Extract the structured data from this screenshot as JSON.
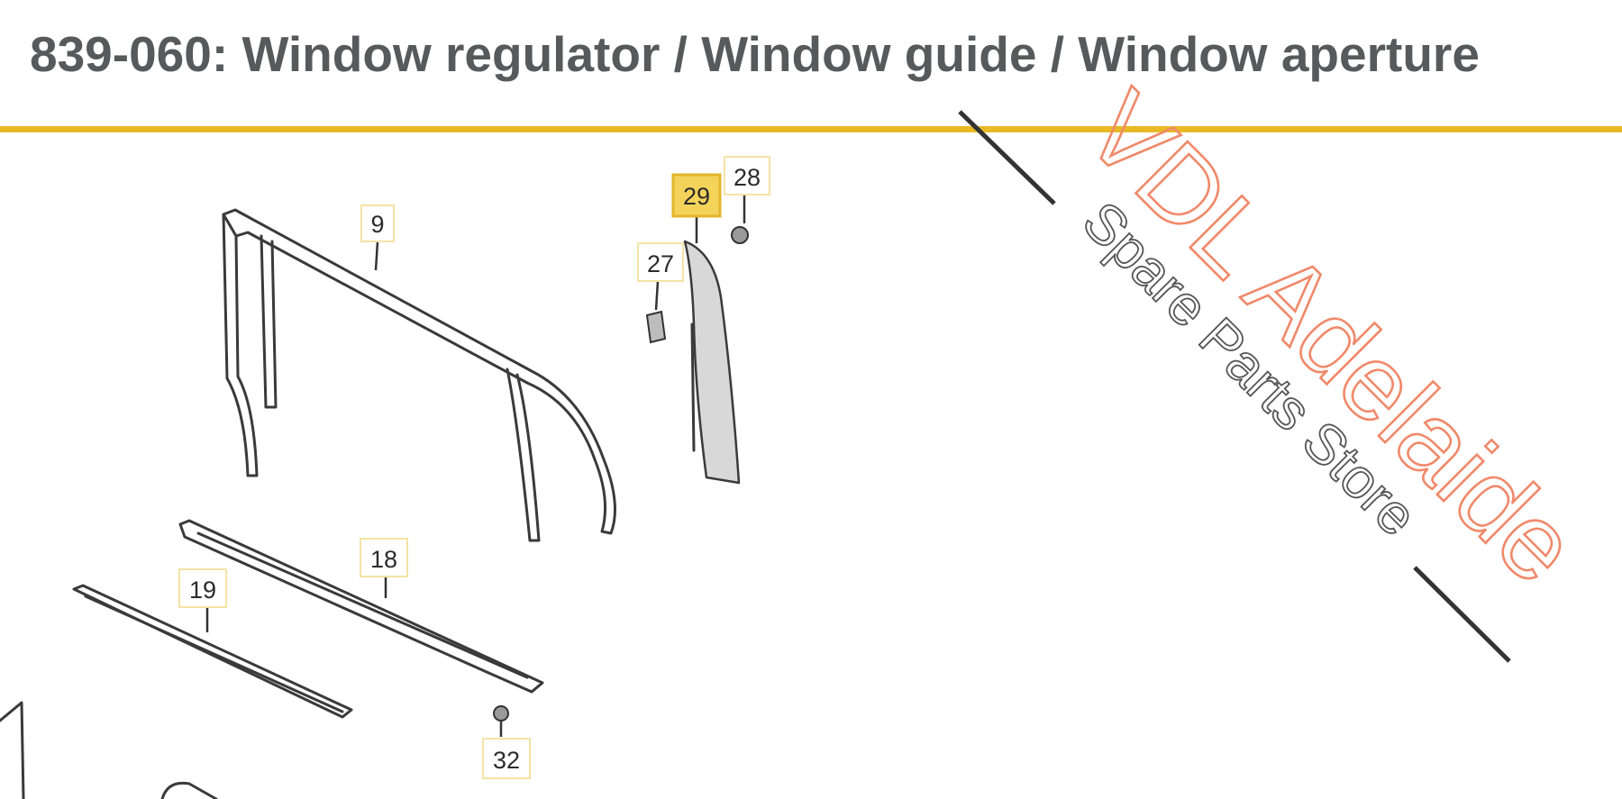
{
  "header": {
    "title": "839-060: Window regulator / Window guide / Window aperture",
    "accent_color": "#e8b924",
    "title_color": "#58595b"
  },
  "callouts": [
    {
      "label": "9",
      "highlighted": false
    },
    {
      "label": "29",
      "highlighted": true
    },
    {
      "label": "28",
      "highlighted": false
    },
    {
      "label": "27",
      "highlighted": false
    },
    {
      "label": "18",
      "highlighted": false
    },
    {
      "label": "19",
      "highlighted": false
    },
    {
      "label": "32",
      "highlighted": false
    }
  ],
  "watermark": {
    "brand": "VDL Adelaide",
    "tagline": "Spare Parts Store",
    "brand_color": "#f0896a"
  }
}
